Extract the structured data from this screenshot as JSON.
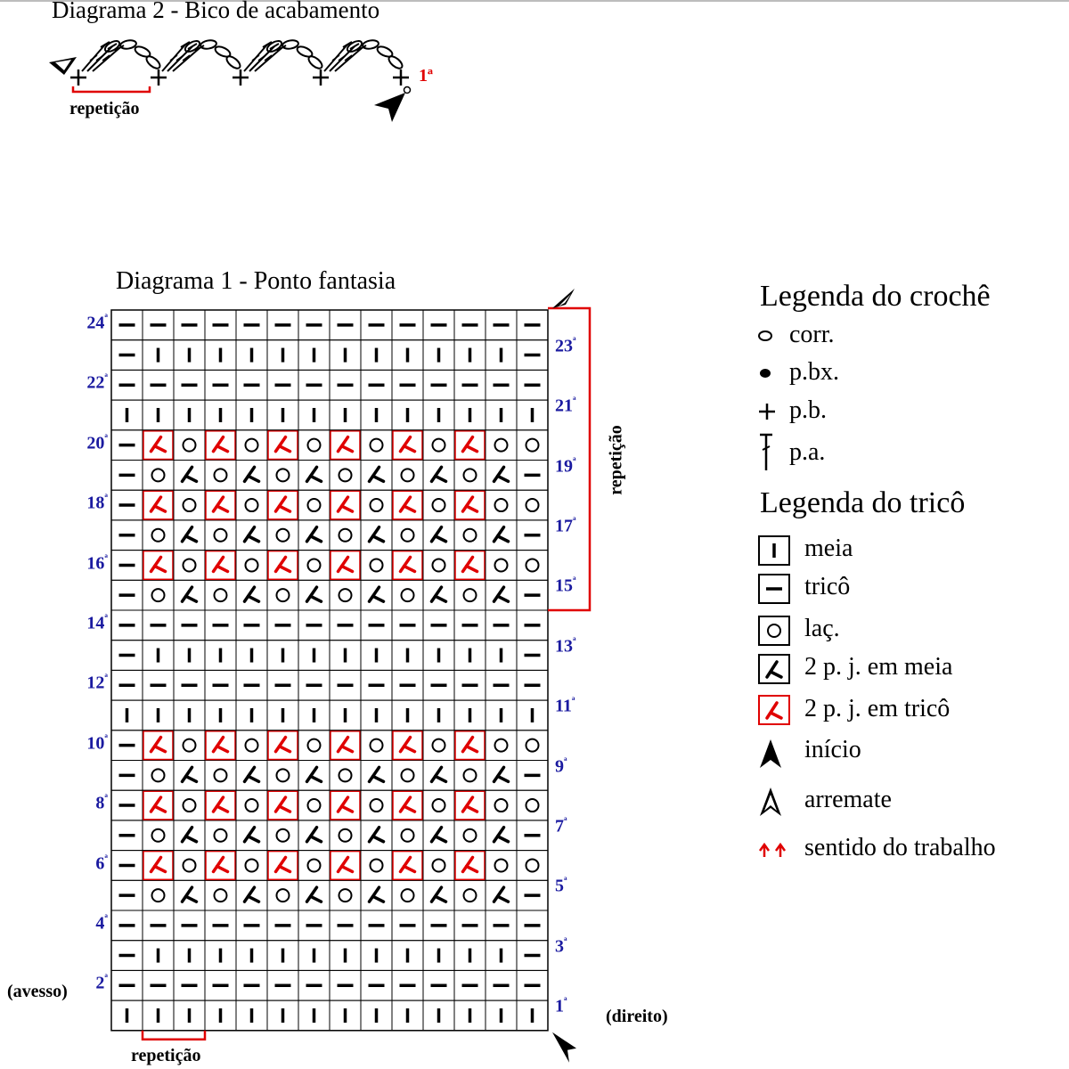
{
  "diagram2": {
    "title": "Diagrama 2 - Bico de acabamento",
    "repeat_label": "repetição",
    "row_label": "1ª"
  },
  "diagram1": {
    "title": "Diagrama 1 - Ponto fantasia",
    "columns": 14,
    "rows_bottom_to_top": [
      "IIIIIIIIIIIIII",
      "--------------",
      "-IIIIIIIIIIII-",
      "--------------",
      "-OKOKOKOKOKOK-",
      "-ROROROROROROO-",
      "-OKOKOKOKOKOK-",
      "-ROROROROROROO-",
      "-OKOKOKOKOKOK-",
      "-ROROROROROROO-",
      "IIIIIIIIIIIIII",
      "--------------",
      "-IIIIIIIIIIII-",
      "--------------",
      "-OKOKOKOKOKOK-",
      "-ROROROROROROO-",
      "-OKOKOKOKOKOK-",
      "-ROROROROROROO-",
      "-OKOKOKOKOKOK-",
      "-ROROROROROROO-",
      "IIIIIIIIIIIIII",
      "--------------",
      "-IIIIIIIIIIII-",
      "--------------"
    ],
    "left_row_numbers": [
      "2ª",
      "4ª",
      "6ª",
      "8ª",
      "10ª",
      "12ª",
      "14ª",
      "16ª",
      "18ª",
      "20ª",
      "22ª",
      "24ª"
    ],
    "right_row_numbers": [
      "1ª",
      "3ª",
      "5ª",
      "7ª",
      "9ª",
      "11ª",
      "13ª",
      "15ª",
      "17ª",
      "19ª",
      "21ª",
      "23ª"
    ],
    "avesso_label": "(avesso)",
    "direito_label": "(direito)",
    "repeat_vertical_label": "repetição",
    "repeat_bottom_label": "repetição"
  },
  "legend_crochet": {
    "title": "Legenda do crochê",
    "items": [
      {
        "symbol": "chain-stitch-icon",
        "label": "corr."
      },
      {
        "symbol": "slip-stitch-icon",
        "label": "p.bx."
      },
      {
        "symbol": "single-crochet-icon",
        "label": "p.b."
      },
      {
        "symbol": "double-crochet-icon",
        "label": "p.a."
      }
    ]
  },
  "legend_knit": {
    "title": "Legenda do tricô",
    "items": [
      {
        "symbol": "knit-icon",
        "label": "meia"
      },
      {
        "symbol": "purl-icon",
        "label": "tricô"
      },
      {
        "symbol": "yarn-over-icon",
        "label": "laç."
      },
      {
        "symbol": "k2tog-icon",
        "label": "2 p. j. em meia"
      },
      {
        "symbol": "p2tog-icon",
        "label": "2 p. j. em tricô"
      },
      {
        "symbol": "start-arrow-icon",
        "label": "início"
      },
      {
        "symbol": "end-arrow-icon",
        "label": "arremate"
      },
      {
        "symbol": "direction-arrows-icon",
        "label": "sentido do trabalho"
      }
    ]
  },
  "colors": {
    "row_number": "#1a1aa0",
    "accent_red": "#e00000",
    "grid": "#000000"
  }
}
